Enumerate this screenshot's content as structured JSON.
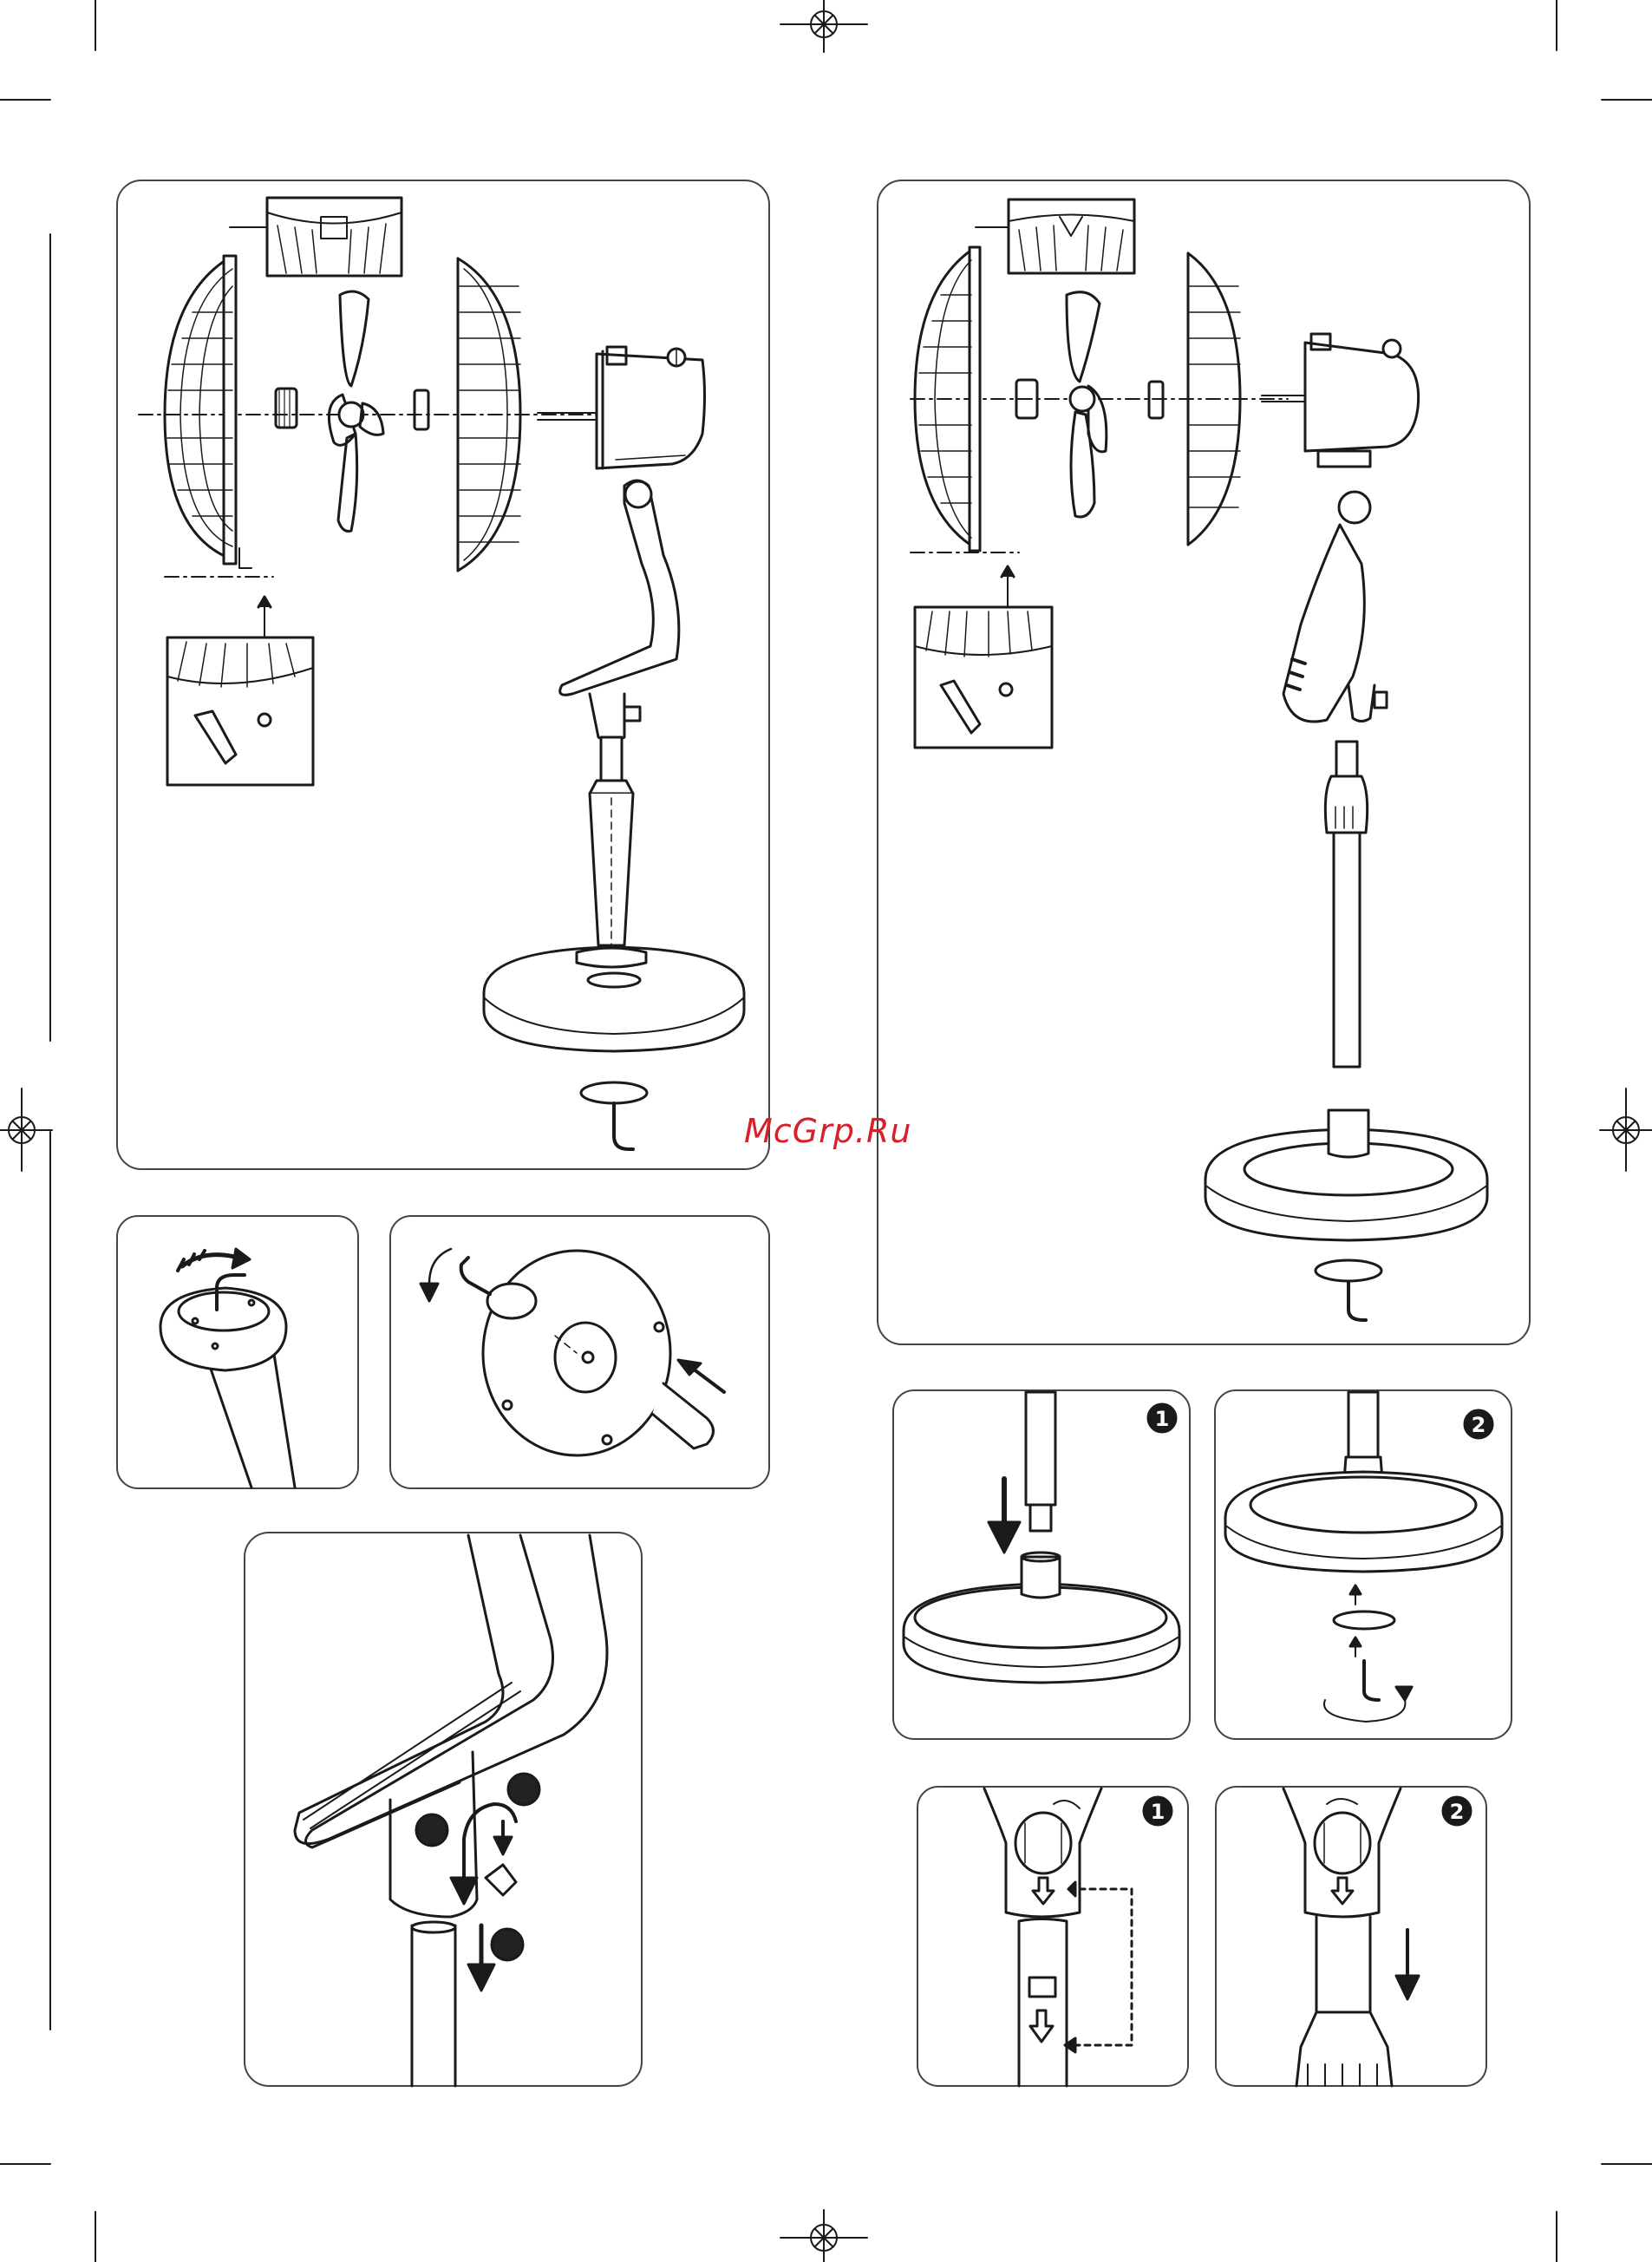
{
  "watermark": "McGrp.Ru",
  "steps": {
    "base_insert": "1",
    "base_screw": "2",
    "lock_release": "1",
    "lock_slide": "2"
  },
  "colors": {
    "line": "#1a1a1a",
    "panel_border": "#444444",
    "watermark": "#d5212c",
    "marker_fill": "#222222"
  }
}
